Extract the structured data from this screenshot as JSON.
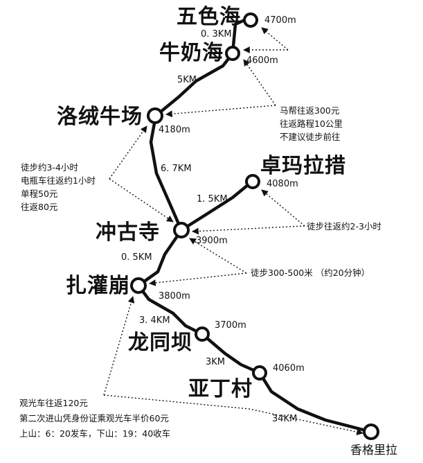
{
  "places": {
    "wuse": "五色海",
    "niunai": "牛奶海",
    "luorong": "洛绒牛场",
    "zhuoma": "卓玛拉措",
    "chonggu": "冲古寺",
    "zhaguan": "扎灌崩",
    "longtong": "龙同坝",
    "yading": "亚丁村",
    "xianggelila": "香格里拉"
  },
  "altitudes": {
    "wuse": "4700m",
    "niunai": "4600m",
    "luorong": "4180m",
    "zhuoma": "4080m",
    "chonggu": "3900m",
    "zhaguan": "3800m",
    "longtong": "3700m",
    "yading": "4060m"
  },
  "distances": {
    "wuse_niunai": "0. 3KM",
    "niunai_luorong": "5KM",
    "luorong_chonggu": "6. 7KM",
    "chonggu_zhuoma": "1. 5KM",
    "chonggu_zhaguan": "0. 5KM",
    "zhaguan_longtong": "3. 4KM",
    "longtong_yading": "3KM",
    "yading_xianggelila": "34KM"
  },
  "notes": {
    "horse": [
      "马帮往返300元",
      "往返路程10公里",
      "不建议徒步前往"
    ],
    "walk_left": [
      "徒步约3-4小时",
      "电瓶车往返约1小时",
      "单程50元",
      "往返80元"
    ],
    "zhuoma_walk": "徒步往返约2-3小时",
    "zhaguan_walk": "徒步300-500米 （约20分钟）",
    "bus": [
      "观光车往返120元",
      "第二次进山凭身份证乘观光车半价60元",
      "上山：6：20发车，下山：19：40收车"
    ]
  }
}
